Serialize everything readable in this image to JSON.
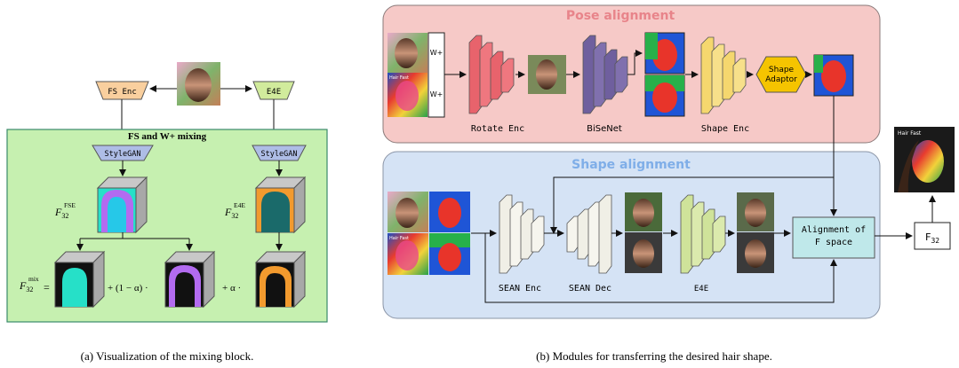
{
  "captions": {
    "left": "(a) Visualization of the mixing block.",
    "right": "(b) Modules for transferring the desired hair shape."
  },
  "mixing_block": {
    "title": "FS and W+ mixing",
    "fs_enc": "FS Enc",
    "e4e": "E4E",
    "stylegan_left": "StyleGAN",
    "stylegan_right": "StyleGAN",
    "f_label": "F",
    "sub_32": "32",
    "sup_fse": "FSE",
    "sup_e4e": "E4E",
    "sup_mix": "mix",
    "equals": "=",
    "term_one_minus_alpha": "+ (1 − α) ·",
    "term_alpha": "+ α ·"
  },
  "pose_alignment": {
    "title": "Pose alignment",
    "w_plus": "W+",
    "rotate_enc": "Rotate Enc",
    "bisenet": "BiSeNet",
    "shape_enc": "Shape Enc",
    "shape_adaptor": "Shape Adaptor",
    "photo_tag": "Hair Fast"
  },
  "shape_alignment": {
    "title": "Shape alignment",
    "sean_enc": "SEAN Enc",
    "sean_dec": "SEAN Dec",
    "e4e": "E4E",
    "alignment": "Alignment of F space",
    "f32": "F32",
    "output_tag": "Hair Fast"
  },
  "colors": {
    "pose_bg": "#f6c9c7",
    "shape_bg": "#d5e3f5",
    "mix_bg": "#c6f0b0",
    "fs_enc": "#f9cf9e",
    "e4e": "#d1eb9c",
    "stylegan": "#aebde6",
    "rotate_enc": "#e8636c",
    "bisenet": "#6f5f9e",
    "shape_enc": "#f5d76e",
    "shape_adaptor": "#f5c400",
    "sean": "#f0efe6",
    "e4e_enc": "#cfe39a",
    "alignment": "#bfe8ea"
  }
}
